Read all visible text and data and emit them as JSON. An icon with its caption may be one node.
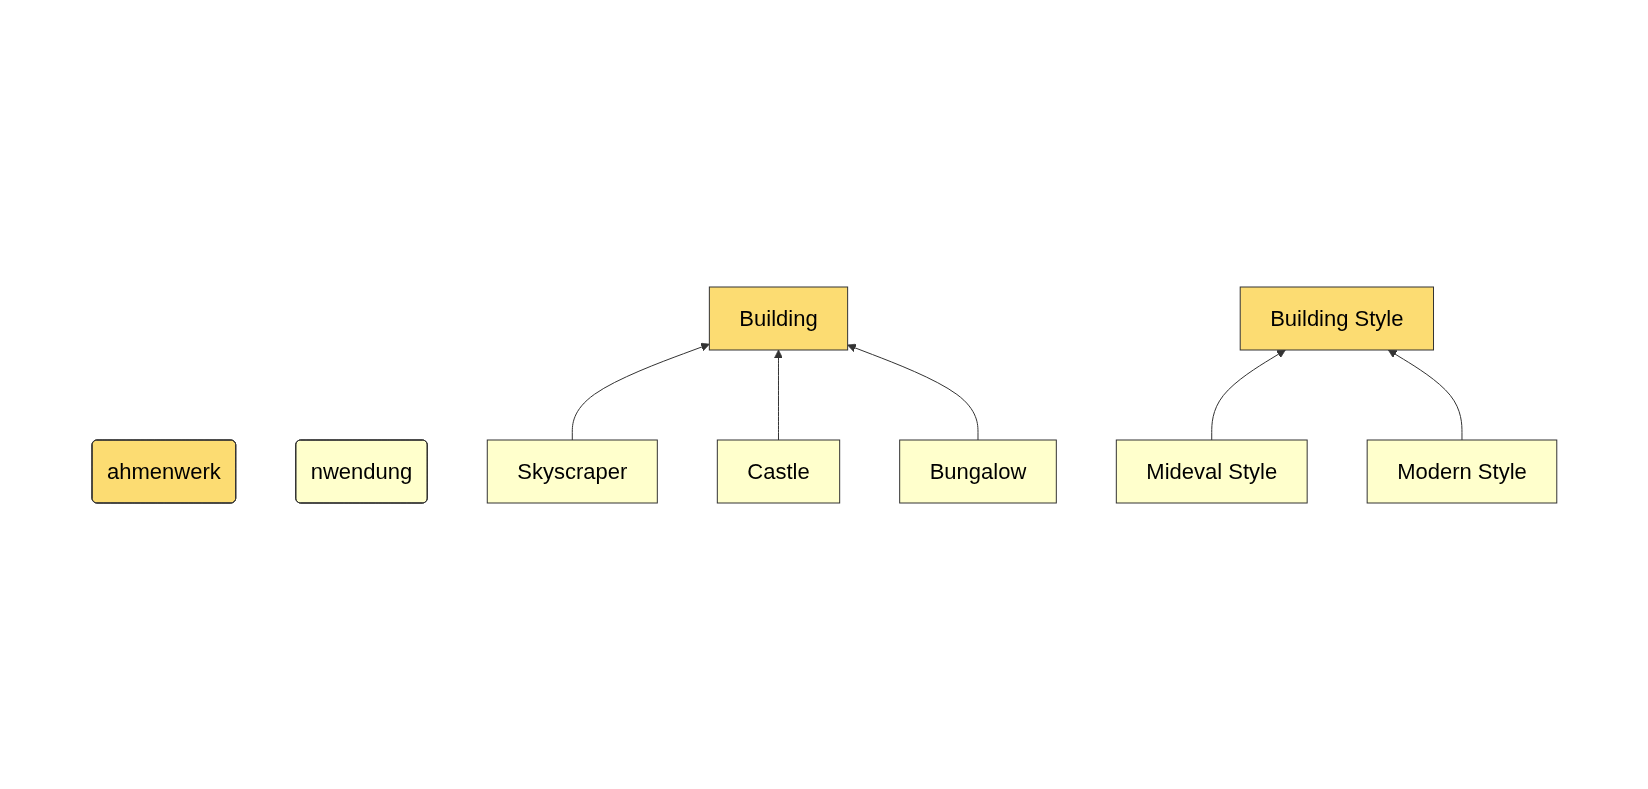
{
  "diagram": {
    "nodes": [
      {
        "text": [
          "ahmenwerk"
        ]
      },
      {
        "text": [
          "Building"
        ]
      },
      {
        "text": [
          "Building Style"
        ]
      },
      {
        "text": [
          "nwendung"
        ]
      },
      {
        "text": [
          "Bungalow"
        ]
      },
      {
        "text": [
          "Modern Style"
        ]
      },
      {
        "text": [
          "Skyscraper"
        ]
      },
      {
        "text": [
          "Castle"
        ]
      },
      {
        "text": [
          "Mideval Style"
        ]
      }
    ],
    "edges": [
      {
        "from": 6,
        "to": 1,
        "arrow": "to"
      },
      {
        "from": 7,
        "to": 1,
        "arrow": "to"
      },
      {
        "from": 4,
        "to": 1,
        "arrow": "to"
      },
      {
        "from": 8,
        "to": 2,
        "arrow": "to"
      },
      {
        "from": 5,
        "to": 2,
        "arrow": "to"
      }
    ]
  }
}
